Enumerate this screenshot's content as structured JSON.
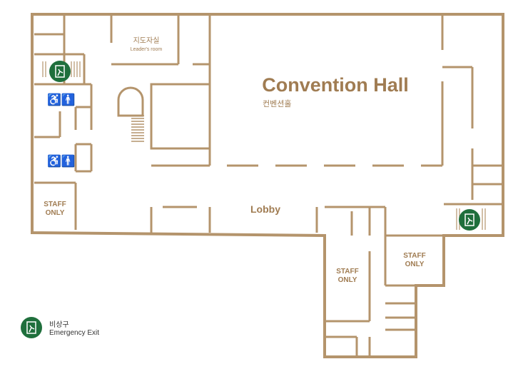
{
  "rooms": {
    "convention_hall_en": "Convention Hall",
    "convention_hall_ko": "컨벤션홀",
    "leader_room_ko": "지도자실",
    "leader_room_en": "Leader's room",
    "lobby": "Lobby",
    "staff_only_1": "STAFF ONLY",
    "staff_only_2": "STAFF ONLY",
    "staff_only_3": "STAFF ONLY"
  },
  "legend": {
    "title_ko": "비상구",
    "title_en": "Emergency Exit",
    "icon": "emergency-exit-icon"
  },
  "colors": {
    "wall": "#b4946c",
    "exit": "#1f6f3c",
    "text": "#a07c52"
  },
  "icons": [
    "restroom-icon",
    "restroom-icon",
    "emergency-exit-icon",
    "emergency-exit-icon"
  ]
}
